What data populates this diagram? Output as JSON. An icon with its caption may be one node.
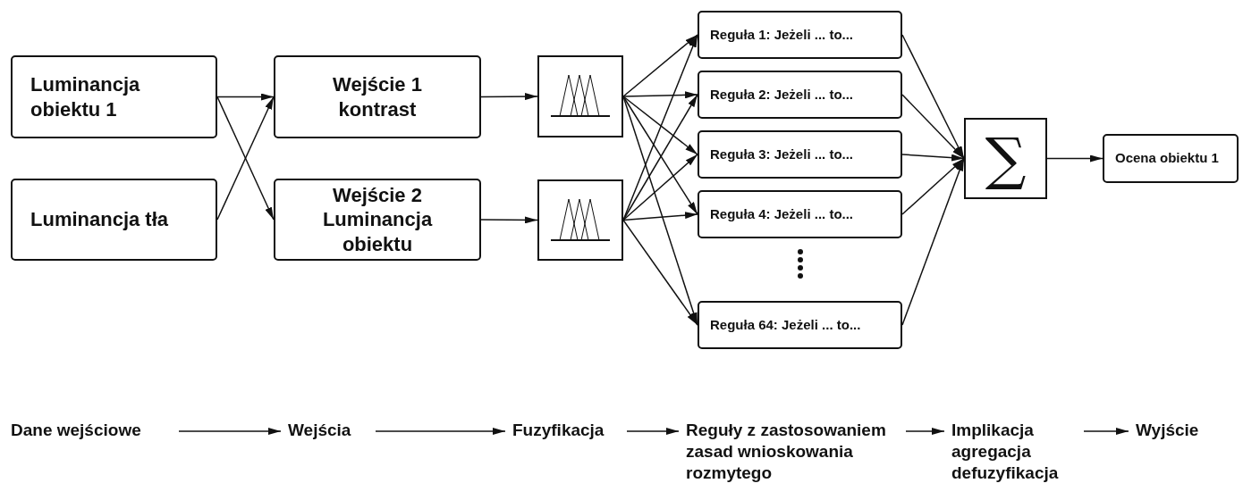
{
  "diagram": {
    "nodes": [
      {
        "text": [
          "Luminancja obiektu 1"
        ]
      },
      {
        "text": [
          "Luminancja tła"
        ]
      },
      {
        "text": [
          "Wejście 1 kontrast"
        ]
      },
      {
        "text": [
          "Wejście 2 Luminancja obiektu"
        ]
      },
      {
        "text": [],
        "shape": "picture"
      },
      {
        "text": [],
        "shape": "picture"
      },
      {
        "text": [
          "Reguła 1: Jeżeli ... to..."
        ]
      },
      {
        "text": [
          "Reguła 2: Jeżeli ... to..."
        ]
      },
      {
        "text": [
          "Reguła 3: Jeżeli ... to..."
        ]
      },
      {
        "text": [
          "Reguła 4: Jeżeli ... to..."
        ]
      },
      {
        "text": [
          "Reguła 64: Jeżeli ... to..."
        ]
      },
      {
        "text": [
          "∑"
        ]
      },
      {
        "text": [
          "Ocena obiektu 1"
        ]
      },
      {
        "text": [
          "Dane wejściowe"
        ]
      },
      {
        "text": [
          "Wejścia"
        ]
      },
      {
        "text": [
          "Fuzyfikacja"
        ]
      },
      {
        "text": [
          "Reguły z zastosowaniem zasad wnioskowania rozmytego"
        ]
      },
      {
        "text": [
          "Implikacja agregacja defuzyfikacja"
        ]
      },
      {
        "text": [
          "Wyjście"
        ]
      }
    ],
    "edges": [
      {
        "from": 0,
        "to": 2,
        "arrow": "to"
      },
      {
        "from": 0,
        "to": 3,
        "arrow": "to"
      },
      {
        "from": 1,
        "to": 2,
        "arrow": "to"
      },
      {
        "from": 2,
        "to": 4,
        "arrow": "to"
      },
      {
        "from": 3,
        "to": 5,
        "arrow": "to"
      },
      {
        "from": 4,
        "to": 6,
        "arrow": "to"
      },
      {
        "from": 4,
        "to": 7,
        "arrow": "to"
      },
      {
        "from": 4,
        "to": 8,
        "arrow": "to"
      },
      {
        "from": 4,
        "to": 9,
        "arrow": "to"
      },
      {
        "from": 4,
        "to": 10,
        "arrow": "to"
      },
      {
        "from": 5,
        "to": 6,
        "arrow": "to"
      },
      {
        "from": 5,
        "to": 7,
        "arrow": "to"
      },
      {
        "from": 5,
        "to": 8,
        "arrow": "to"
      },
      {
        "from": 5,
        "to": 9,
        "arrow": "to"
      },
      {
        "from": 5,
        "to": 10,
        "arrow": "to"
      },
      {
        "from": 6,
        "to": 11,
        "arrow": "to"
      },
      {
        "from": 7,
        "to": 11,
        "arrow": "to"
      },
      {
        "from": 8,
        "to": 11,
        "arrow": "to"
      },
      {
        "from": 9,
        "to": 11,
        "arrow": "to"
      },
      {
        "from": 10,
        "to": 11,
        "arrow": "to"
      },
      {
        "from": 11,
        "to": 12,
        "arrow": "to"
      },
      {
        "from": 13,
        "to": 14,
        "arrow": "to"
      },
      {
        "from": 14,
        "to": 15,
        "arrow": "to"
      },
      {
        "from": 15,
        "to": 16,
        "arrow": "to"
      },
      {
        "from": 16,
        "to": 17,
        "arrow": "to"
      },
      {
        "from": 17,
        "to": 18,
        "arrow": "to"
      }
    ]
  }
}
